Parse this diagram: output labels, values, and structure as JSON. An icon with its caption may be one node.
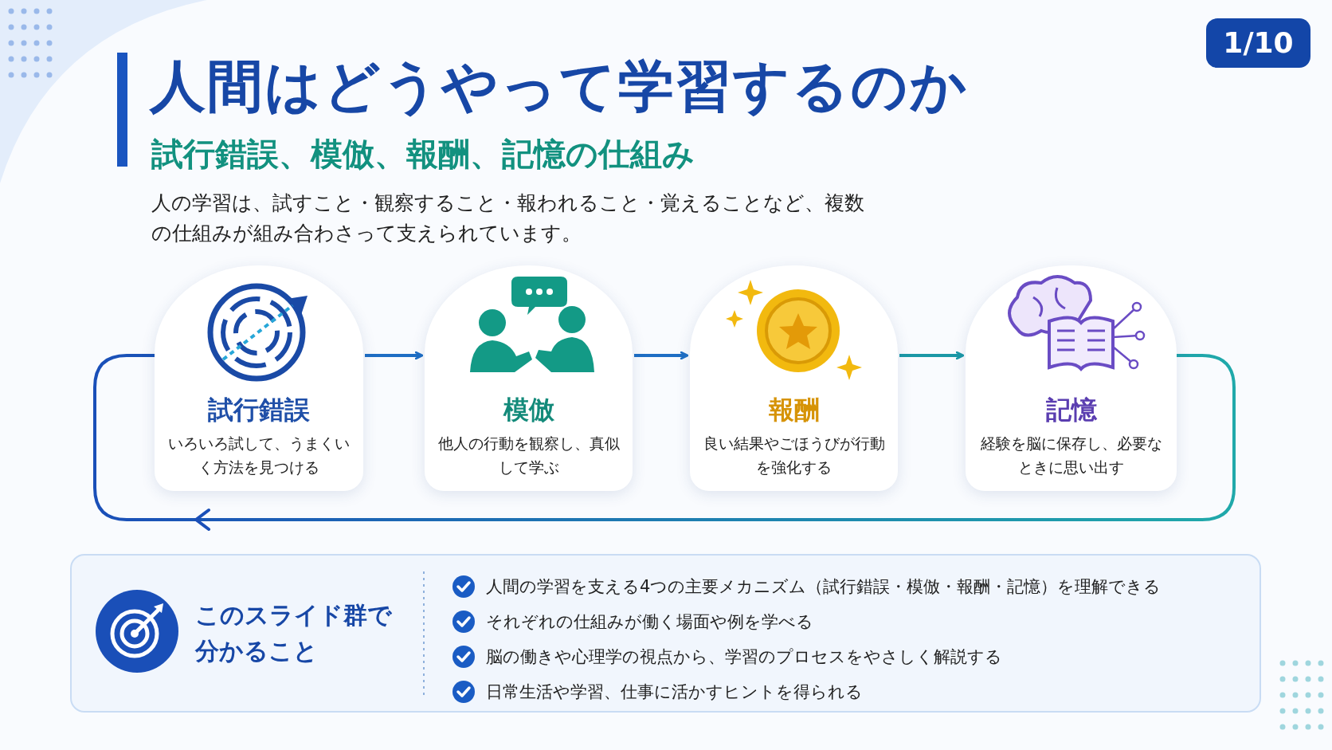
{
  "diagram": {
    "title": "人間はどうやって学習するのか",
    "nodes": [
      {
        "text": [
          "試行錯誤",
          "いろいろ試して、うまくいく方法を見つける"
        ]
      },
      {
        "text": [
          "模倣",
          "他人の行動を観察し、真似して学ぶ"
        ]
      },
      {
        "text": [
          "報酬",
          "良い結果やごほうびが行動を強化する"
        ]
      },
      {
        "text": [
          "記憶",
          "経験を脳に保存し、必要なときに思い出す"
        ]
      },
      {
        "text": [
          "このスライド群で分かること",
          "人間の学習を支える4つの主要メカニズム（試行錯誤・模倣・報酬・記憶）を理解できる",
          "それぞれの仕組みが働く場面や例を学べる",
          "脳の働きや心理学の視点から、学習のプロセスをやさしく解説する",
          "日常生活や学習、仕事に活かすヒントを得られる"
        ]
      }
    ],
    "edges": [
      {
        "from": 0,
        "to": 1,
        "arrow": "to"
      },
      {
        "from": 1,
        "to": 2,
        "arrow": "to"
      },
      {
        "from": 2,
        "to": 3,
        "arrow": "to",
        "color": "#1b98a6"
      },
      {
        "from": 3,
        "to": 0,
        "arrow": "to"
      }
    ],
    "labels": [
      "1/10",
      "試行錯誤、模倣、報酬、記憶の仕組み",
      "人の学習は、試すこと・観察すること・報われること・覚えることなど、複数の仕組みが組み合わさって支えられています。"
    ]
  }
}
